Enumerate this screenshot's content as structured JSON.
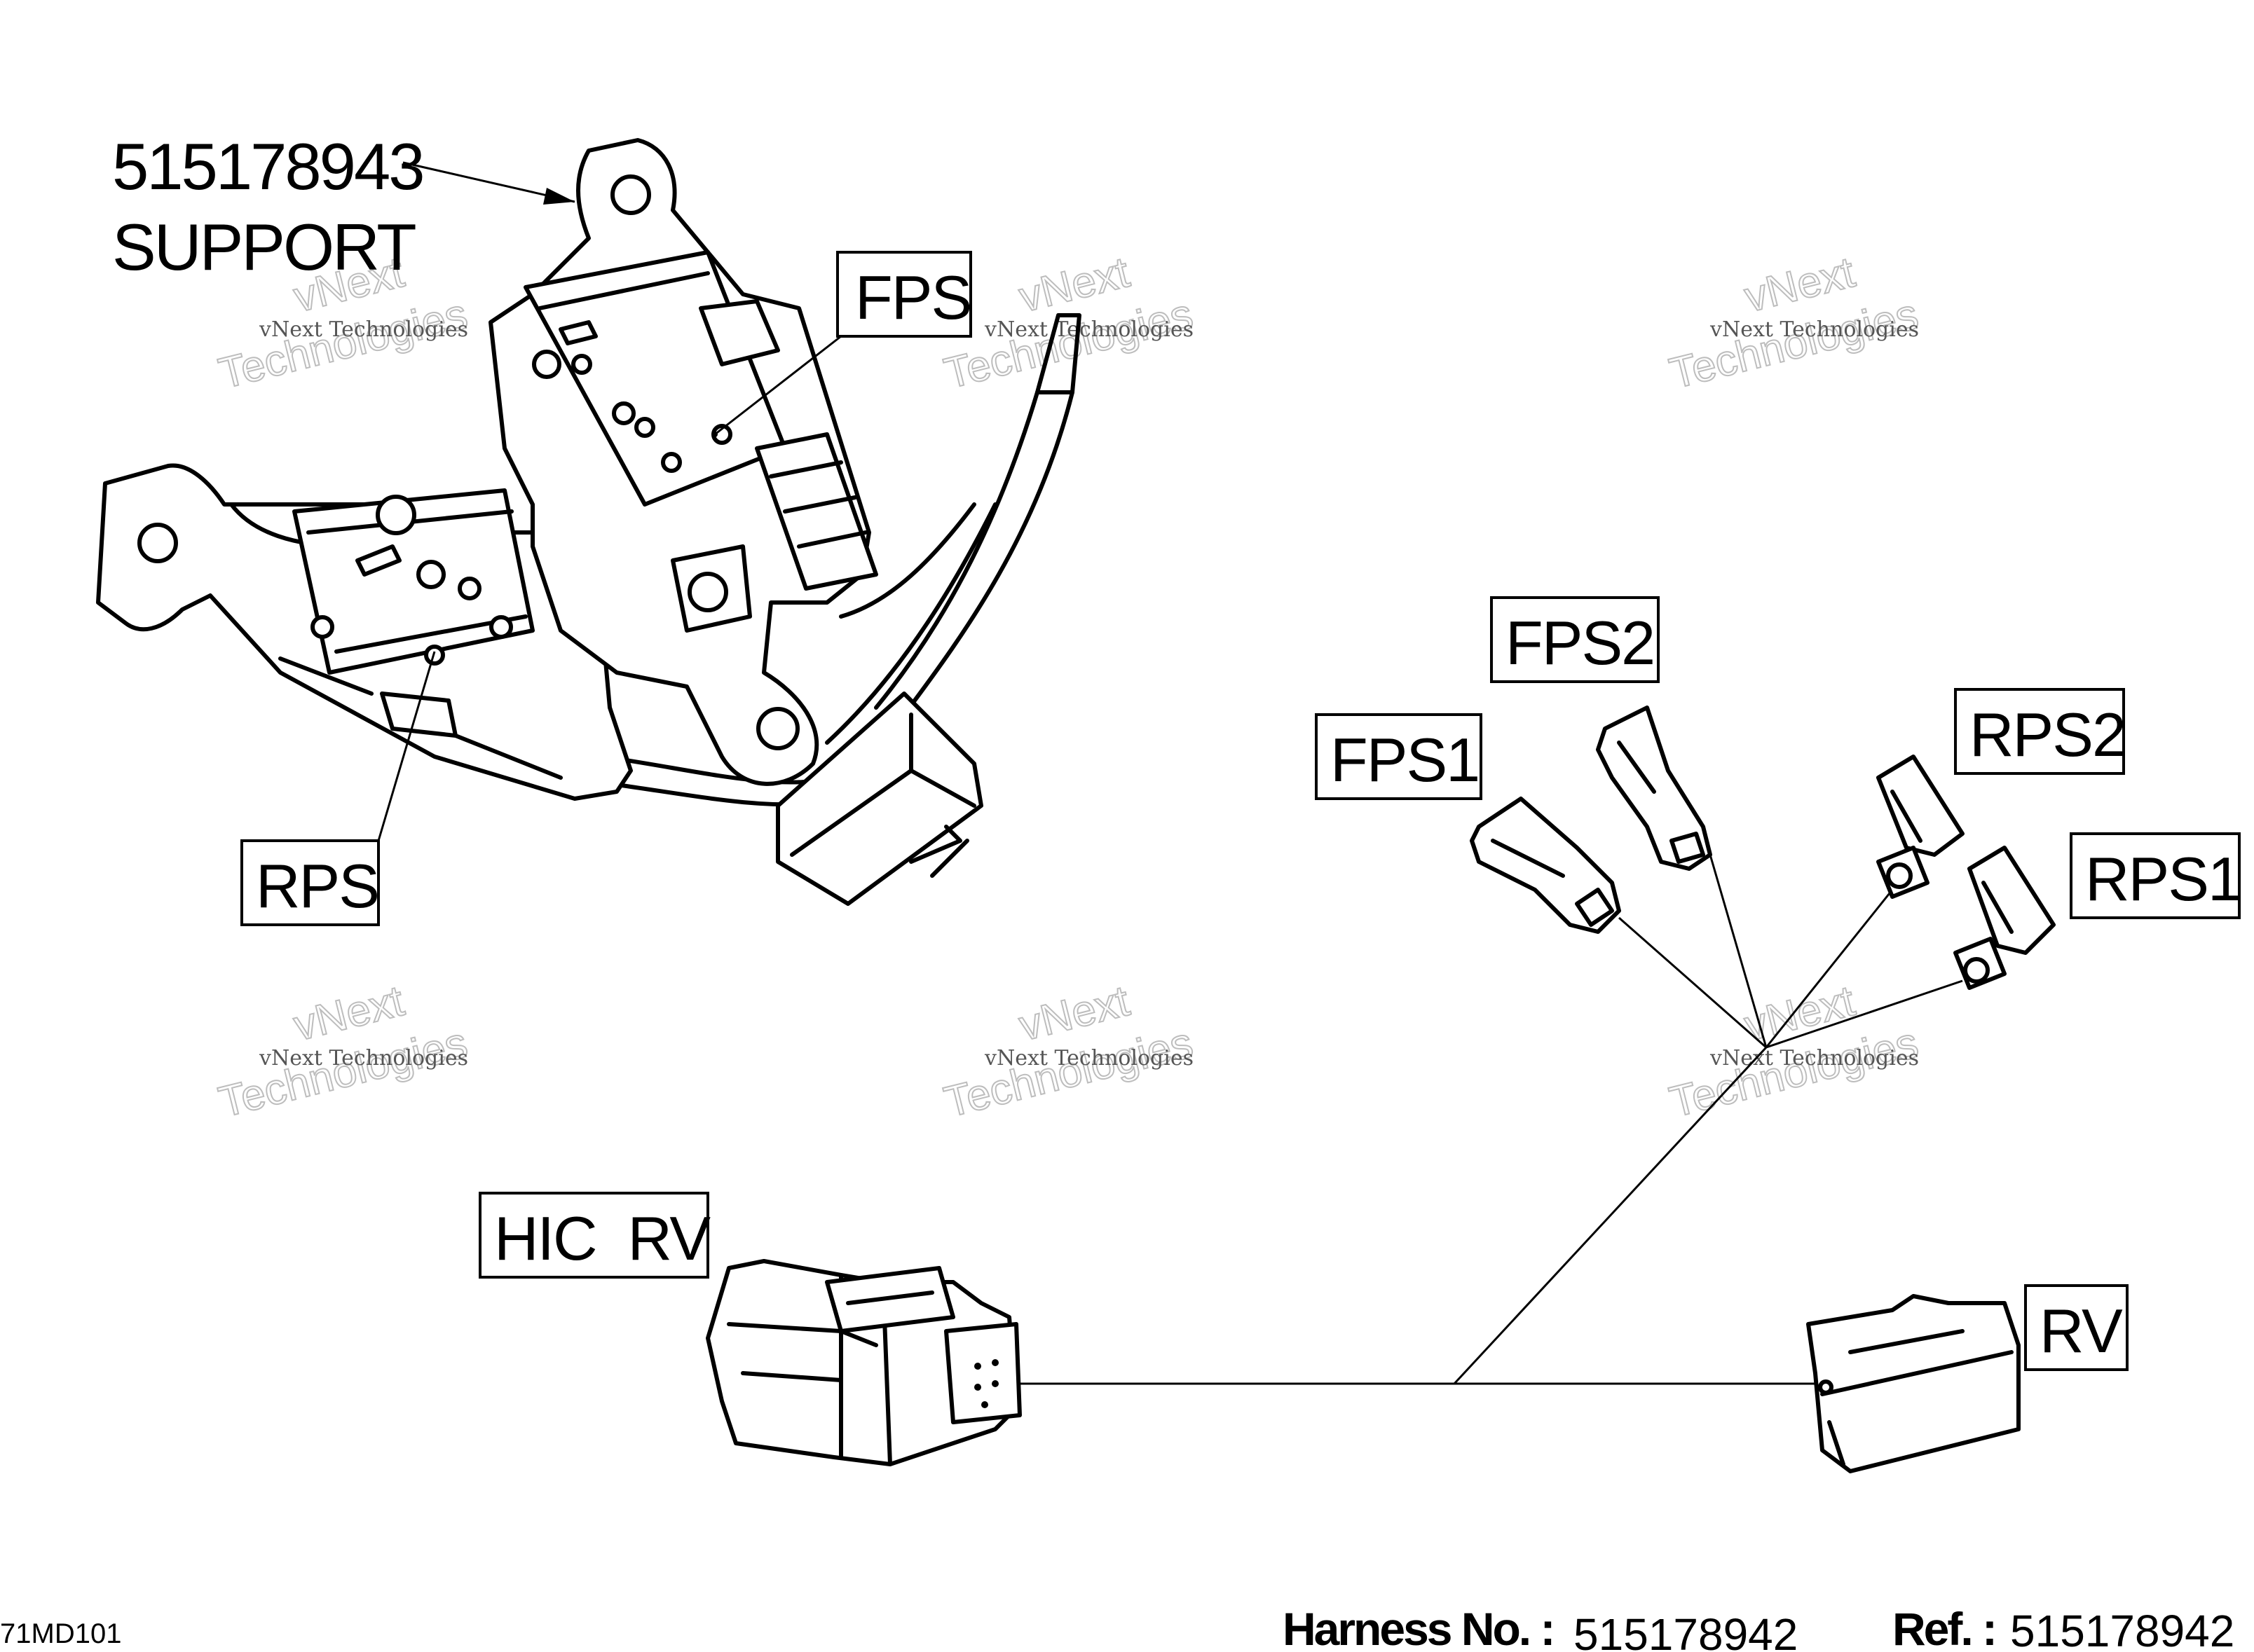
{
  "callouts": {
    "support_number": "515178943",
    "support_name": "SUPPORT",
    "fps": "FPS",
    "rps": "RPS",
    "fps1": "FPS1",
    "fps2": "FPS2",
    "rps1": "RPS1",
    "rps2": "RPS2",
    "hic_rv": "HIC  RV",
    "rv": "RV"
  },
  "watermark": {
    "line1": "vNext Technologies",
    "line2": "vNext",
    "line3": "Technologies"
  },
  "footer": {
    "diagram_code": "71MD101",
    "harness_label": "Harness No. :",
    "harness_number": "515178942",
    "ref_label": "Ref. :",
    "ref_number": "515178942"
  }
}
